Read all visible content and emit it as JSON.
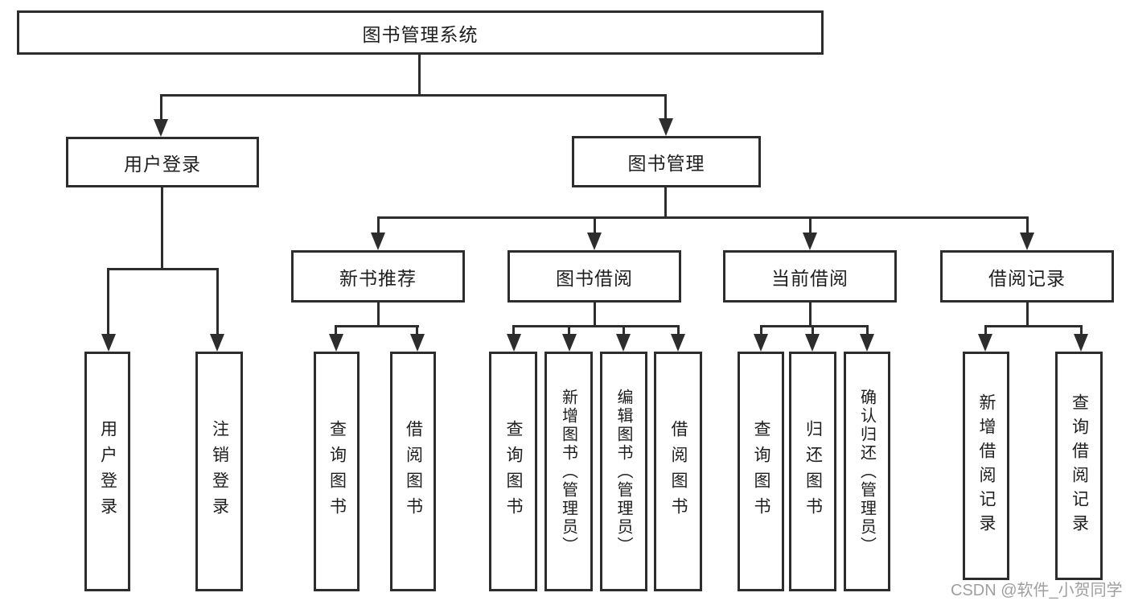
{
  "diagram_type": "hierarchy-tree",
  "colors": {
    "background": "#ffffff",
    "line": "#2d2d2d",
    "box_border": "#2d2d2d",
    "text": "#1e1e1e",
    "watermark": "#9f9f9f"
  },
  "tree": {
    "label": "图书管理系统",
    "children": [
      {
        "label": "用户登录",
        "children": [
          {
            "label": "用户登录"
          },
          {
            "label": "注销登录"
          }
        ]
      },
      {
        "label": "图书管理",
        "children": [
          {
            "label": "新书推荐",
            "children": [
              {
                "label": "查询图书"
              },
              {
                "label": "借阅图书"
              }
            ]
          },
          {
            "label": "图书借阅",
            "children": [
              {
                "label": "查询图书"
              },
              {
                "label": "新增图书（管理员）"
              },
              {
                "label": "编辑图书（管理员）"
              },
              {
                "label": "借阅图书"
              }
            ]
          },
          {
            "label": "当前借阅",
            "children": [
              {
                "label": "查询图书"
              },
              {
                "label": "归还图书"
              },
              {
                "label": "确认归还（管理员）"
              }
            ]
          },
          {
            "label": "借阅记录",
            "children": [
              {
                "label": "新增借阅记录"
              },
              {
                "label": "查询借阅记录"
              }
            ]
          }
        ]
      }
    ]
  },
  "watermark": {
    "text": "CSDN @软件_小贺同学"
  }
}
